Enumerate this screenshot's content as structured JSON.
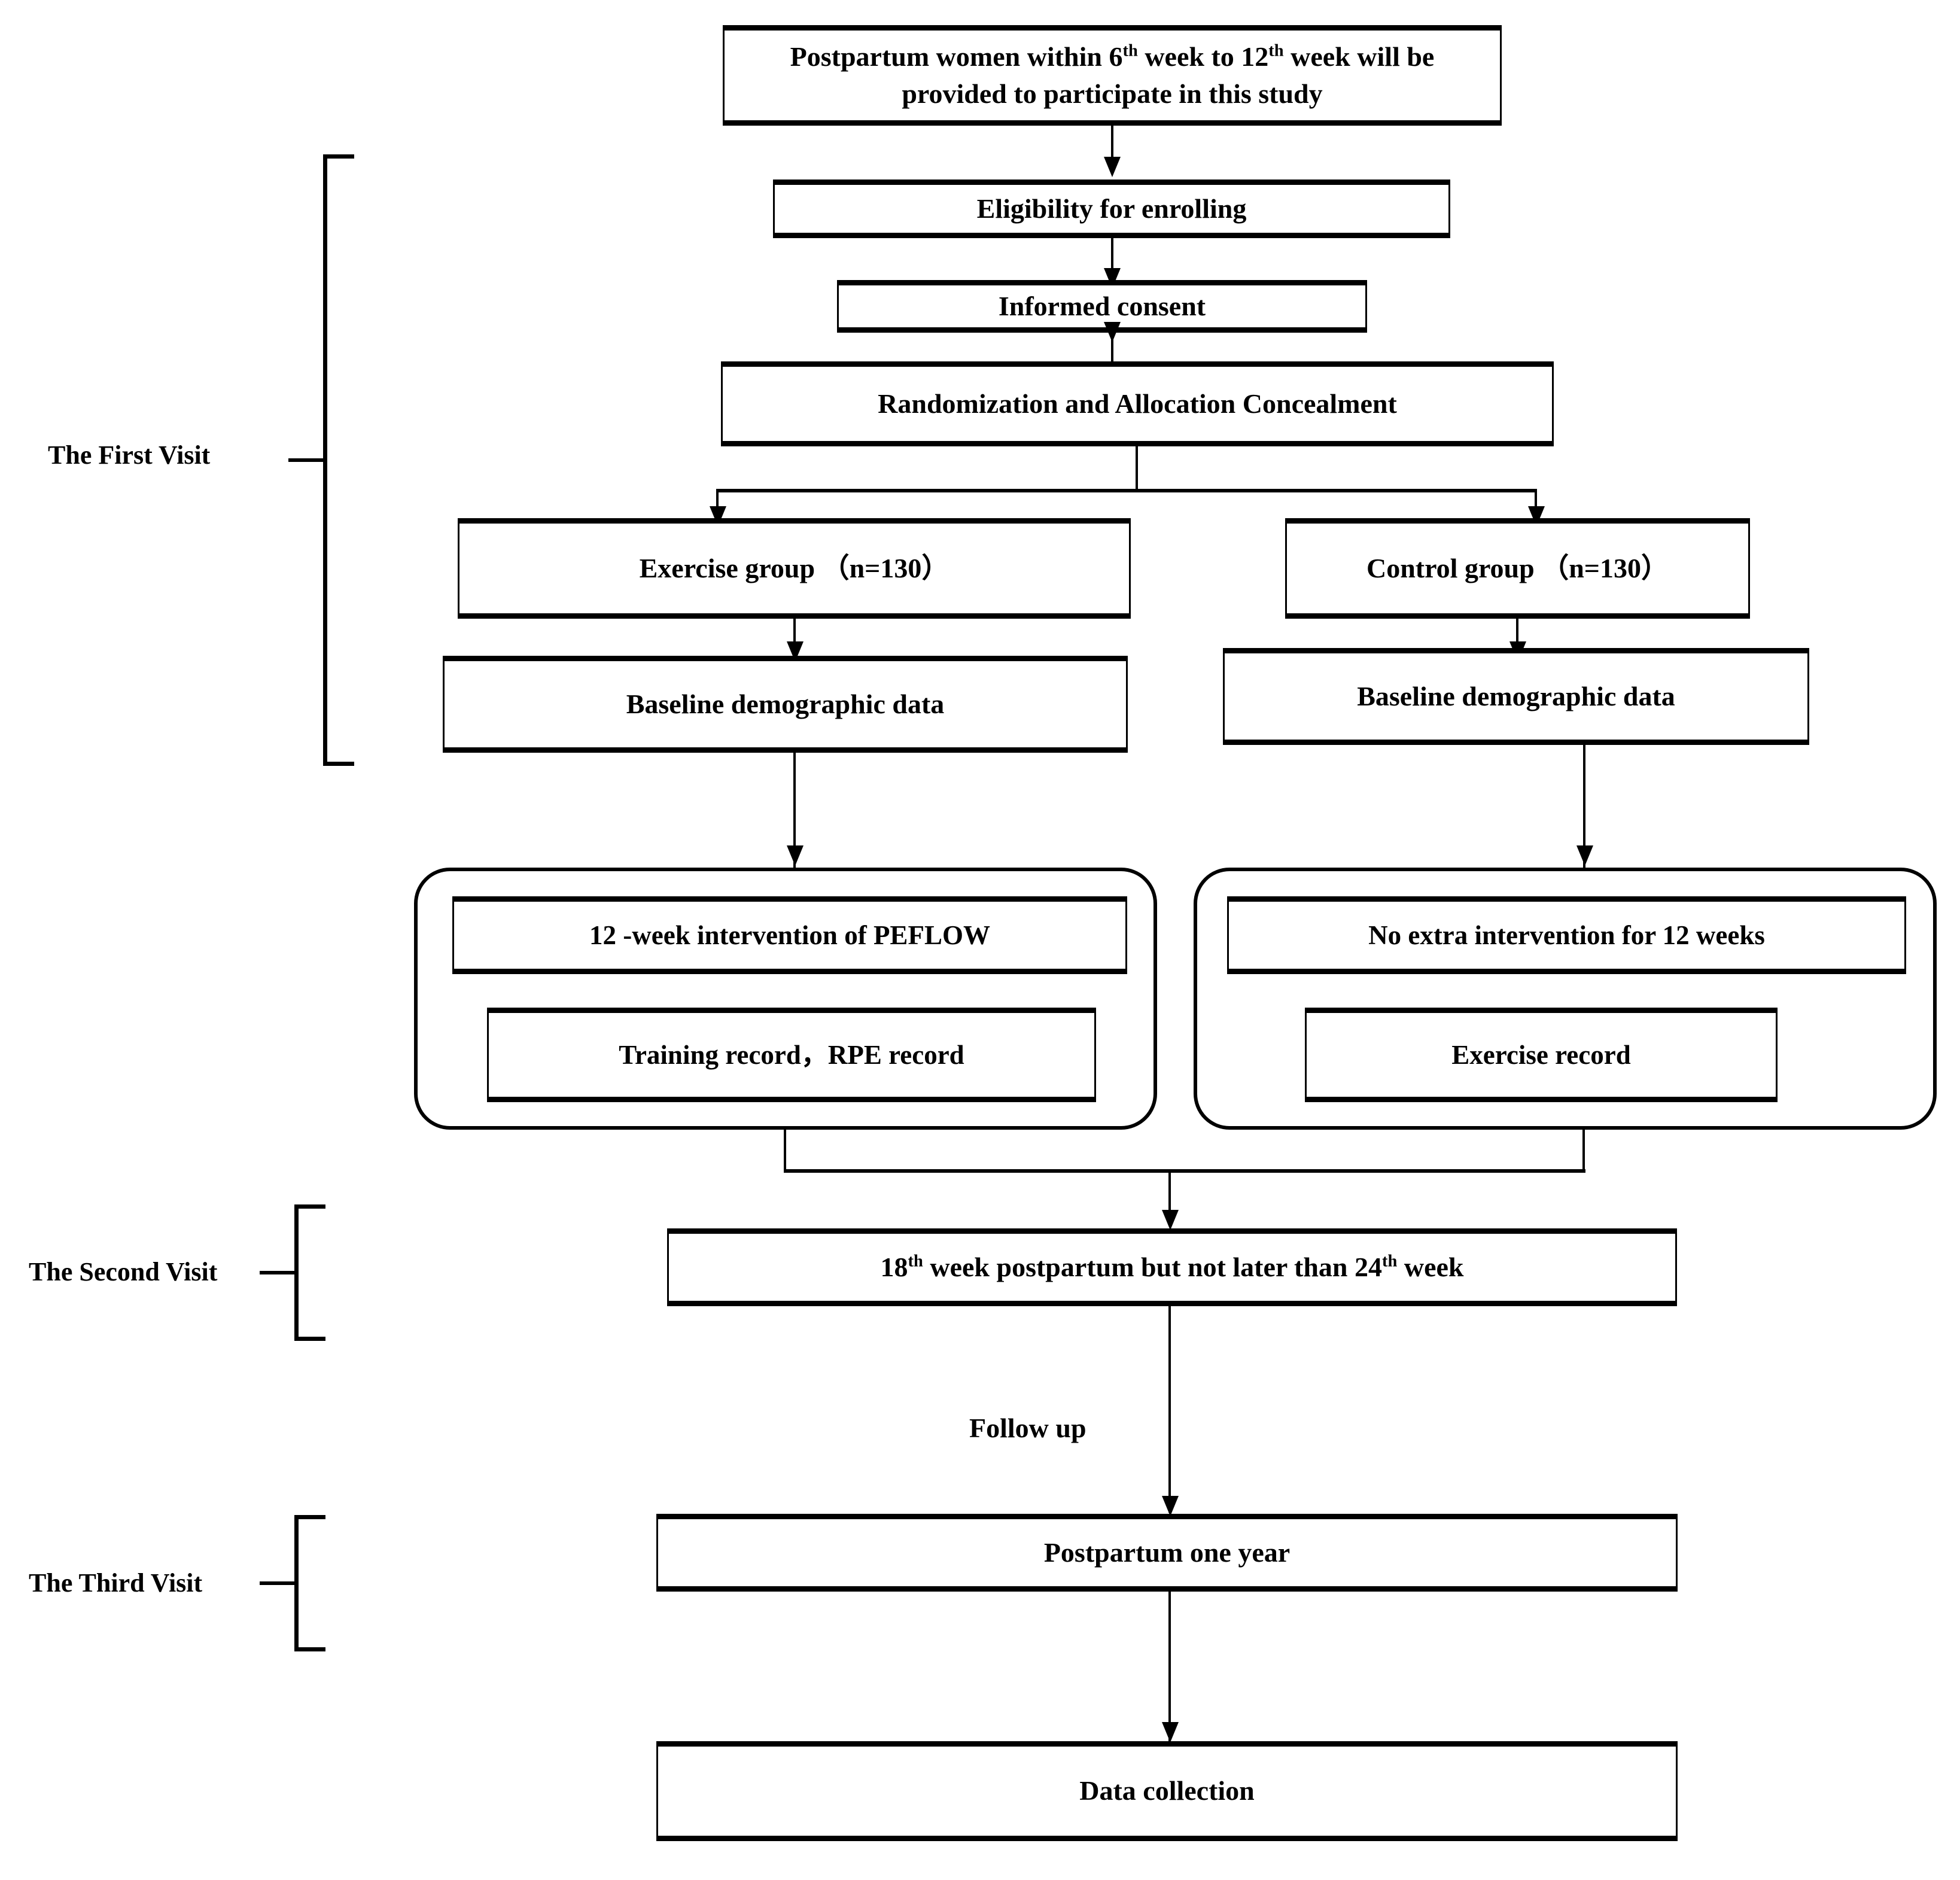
{
  "diagram": {
    "title": "Study flow chart of postpartum exercise randomized trial",
    "nodes": {
      "recruitment": {
        "line1_pre": "Postpartum women within 6",
        "line1_sup1": "th",
        "line1_mid": " week to 12",
        "line1_sup2": "th",
        "line1_post": " week will be",
        "line2": "provided to participate in this study"
      },
      "eligibility": "Eligibility for enrolling",
      "consent": "Informed consent",
      "randomization": "Randomization and Allocation Concealment",
      "exercise_group": "Exercise group （n=130）",
      "control_group": "Control group （n=130）",
      "baseline_left": "Baseline demographic data",
      "baseline_right": "Baseline demographic data",
      "intervention_left": "12 -week  intervention of  PEFLOW",
      "record_left": "Training record，RPE record",
      "intervention_right": "No extra intervention for 12 weeks",
      "record_right": "Exercise record",
      "second_visit_box": {
        "pre": "18",
        "sup1": "th",
        "mid": " week postpartum but not later than 24",
        "sup2": "th",
        "post": " week"
      },
      "postpartum_one_year": "Postpartum one year",
      "data_collection": "Data collection"
    },
    "edge_labels": {
      "follow_up": "Follow up"
    },
    "visit_brackets": [
      {
        "id": "first",
        "label": "The First Visit"
      },
      {
        "id": "second",
        "label": "The Second Visit"
      },
      {
        "id": "third",
        "label": "The Third Visit"
      }
    ],
    "colors": {
      "stroke": "#000000",
      "background": "#ffffff",
      "text": "#000000"
    }
  }
}
